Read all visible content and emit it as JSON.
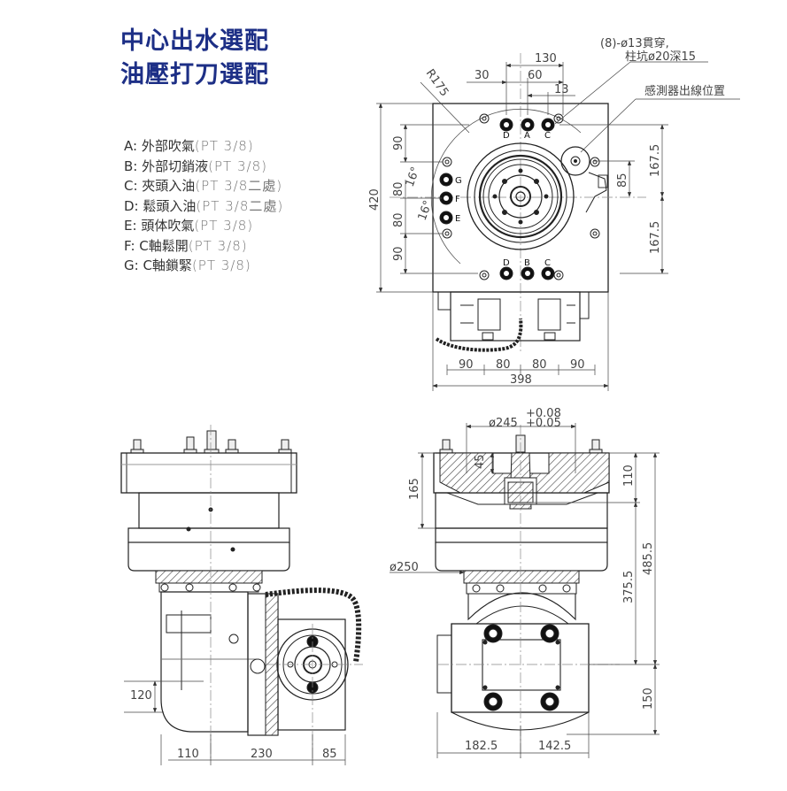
{
  "title": {
    "line1": "中心出水選配",
    "line2": "油壓打刀選配"
  },
  "legend": [
    {
      "key": "A: ",
      "name": "外部吹氣",
      "spec": "(PT 3/8)"
    },
    {
      "key": "B: ",
      "name": "外部切銷液",
      "spec": "(PT 3/8)"
    },
    {
      "key": "C: ",
      "name": "夾頭入油",
      "spec": "(PT 3/8二處)"
    },
    {
      "key": "D: ",
      "name": "鬆頭入油",
      "spec": "(PT 3/8二處)"
    },
    {
      "key": "E: ",
      "name": "頭体吹氣",
      "spec": "(PT 3/8)"
    },
    {
      "key": "F: ",
      "name": "C軸鬆開",
      "spec": "(PT 3/8)"
    },
    {
      "key": "G: ",
      "name": "C軸鎖緊",
      "spec": "(PT 3/8)"
    }
  ],
  "top_view": {
    "note_line1": "(8)-ø13貫穿,",
    "note_line2": "柱坑ø20深15",
    "sensor_label": "感測器出線位置",
    "radius": "R175",
    "angle": "16°",
    "dims": {
      "d130": "130",
      "d30": "30",
      "d60": "60",
      "d13": "13",
      "d90_top": "90",
      "d420": "420",
      "d80_a": "80",
      "d80_b": "80",
      "d90_bot": "90",
      "d167_a": "167.5",
      "d167_b": "167.5",
      "d85": "85",
      "b90_a": "90",
      "b80_a": "80",
      "b80_b": "80",
      "b90_b": "90",
      "d398": "398"
    },
    "port_labels": {
      "top_d": "D",
      "top_a": "A",
      "top_c": "C",
      "left_g": "G",
      "left_f": "F",
      "left_e": "E",
      "bot_d": "D",
      "bot_b": "B",
      "bot_c": "C"
    }
  },
  "side_view": {
    "dims": {
      "d120": "120",
      "d110": "110",
      "d230": "230",
      "d85": "85"
    }
  },
  "front_view": {
    "dims": {
      "d245": "ø245",
      "tol_up": "+0.08",
      "tol_dn": "+0.05",
      "d45": "45",
      "d165": "165",
      "d110": "110",
      "d250": "ø250",
      "d375": "375.5",
      "d485": "485.5",
      "d150": "150",
      "d182": "182.5",
      "d142": "142.5"
    }
  }
}
